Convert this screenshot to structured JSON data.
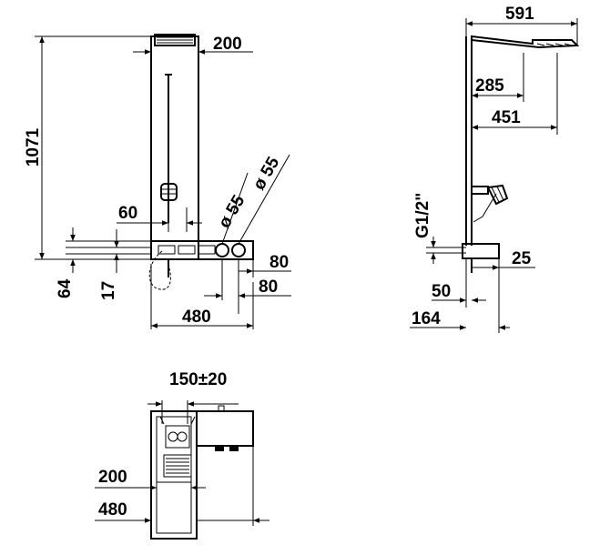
{
  "front_view": {
    "dims": {
      "height_total": "1071",
      "column_width": "200",
      "offset_60": "60",
      "valve_dia_1": "ø 55",
      "valve_dia_2": "ø 55",
      "spacing_80_a": "80",
      "spacing_80_b": "80",
      "base_64": "64",
      "base_17": "17",
      "width_480": "480"
    }
  },
  "side_view": {
    "dims": {
      "projection_591": "591",
      "arm_285": "285",
      "arm_451": "451",
      "thread": "G1/2\"",
      "depth_25": "25",
      "depth_50": "50",
      "depth_164": "164"
    }
  },
  "top_view": {
    "dims": {
      "spacing_150": "150±20",
      "width_200": "200",
      "width_480": "480"
    }
  }
}
